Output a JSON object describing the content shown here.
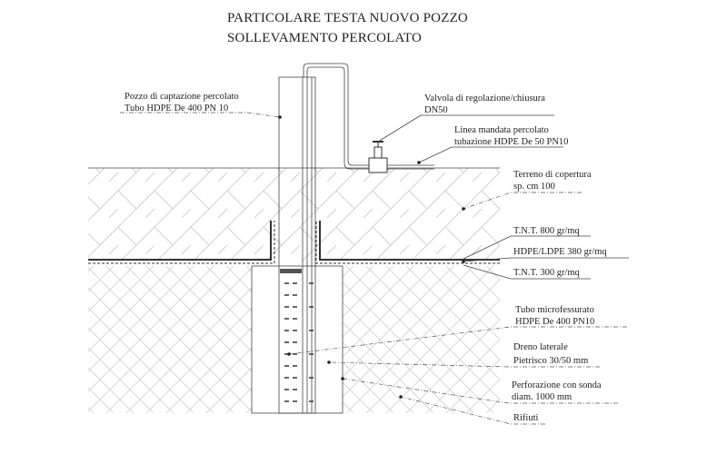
{
  "title": {
    "line1": "PARTICOLARE TESTA NUOVO POZZO",
    "line2": "SOLLEVAMENTO PERCOLATO"
  },
  "labels": {
    "pozzo": [
      "Pozzo di captazione percolato",
      "Tubo HDPE De 400 PN 10"
    ],
    "valvola": [
      "Valvola di regolazione/chiusura",
      "DN50"
    ],
    "linea": [
      "Linea mandata percolato",
      "tubazione HDPE De 50 PN10"
    ],
    "terreno": [
      "Terreno di copertura",
      "sp. cm 100"
    ],
    "tnt800": "T.N.T. 800 gr/mq",
    "hdpe": "HDPE/LDPE 380 gr/mq",
    "tnt300": "T.N.T. 300 gr/mq",
    "tubo": [
      "Tubo microfessurato",
      "HDPE De 400 PN10"
    ],
    "dreno": [
      "Dreno laterale",
      "Pietrisco 30/50 mm"
    ],
    "perforazione": [
      "Perforazione con sonda",
      "diam. 1000 mm"
    ],
    "rifiuti": "Rifiuti"
  },
  "colors": {
    "line": "#444444",
    "hatch": "#bdbdbd",
    "text": "#222222"
  }
}
